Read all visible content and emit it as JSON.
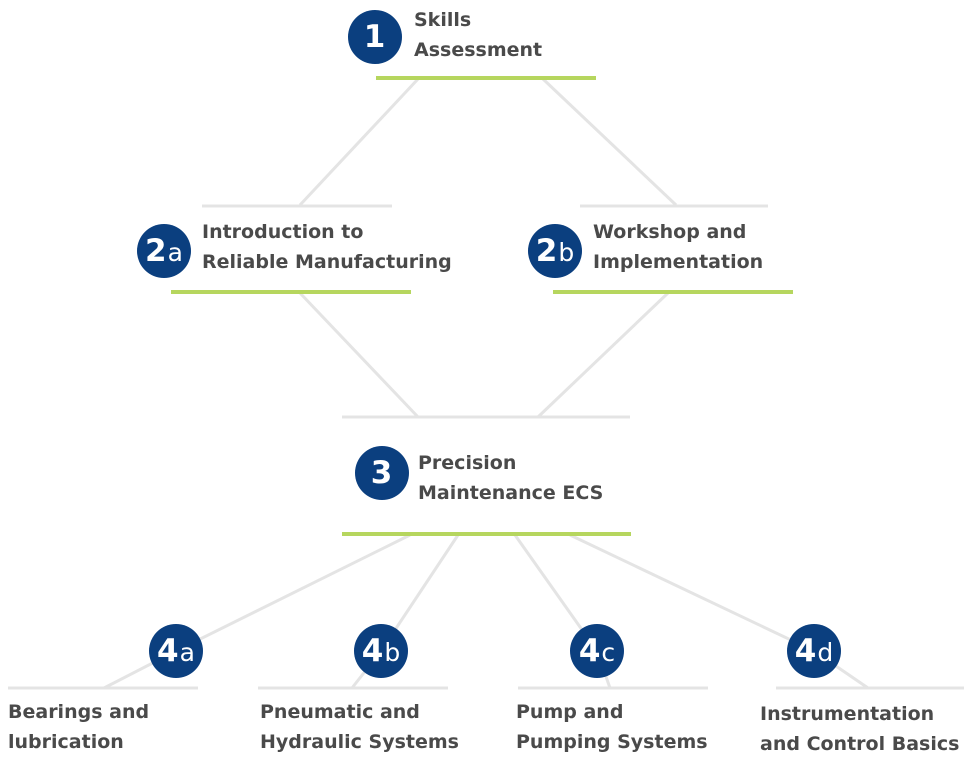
{
  "colors": {
    "badge": "#0b3f7f",
    "accent_line": "#b6d65e",
    "connector": "#e4e4e4",
    "label_text": "#4a4a4a"
  },
  "nodes": {
    "n1": {
      "badge_number": "1",
      "badge_letter": "",
      "label_lines": [
        "Skills",
        "Assessment"
      ]
    },
    "n2a": {
      "badge_number": "2",
      "badge_letter": "a",
      "label_lines": [
        "Introduction to",
        "Reliable Manufacturing"
      ]
    },
    "n2b": {
      "badge_number": "2",
      "badge_letter": "b",
      "label_lines": [
        "Workshop and",
        "Implementation"
      ]
    },
    "n3": {
      "badge_number": "3",
      "badge_letter": "",
      "label_lines": [
        "Precision",
        "Maintenance ECS"
      ]
    },
    "n4a": {
      "badge_number": "4",
      "badge_letter": "a",
      "label_lines": [
        "Bearings and",
        "lubrication"
      ]
    },
    "n4b": {
      "badge_number": "4",
      "badge_letter": "b",
      "label_lines": [
        "Pneumatic and",
        "Hydraulic Systems"
      ]
    },
    "n4c": {
      "badge_number": "4",
      "badge_letter": "c",
      "label_lines": [
        "Pump and",
        "Pumping Systems"
      ]
    },
    "n4d": {
      "badge_number": "4",
      "badge_letter": "d",
      "label_lines": [
        "Instrumentation",
        "and Control Basics"
      ]
    }
  }
}
